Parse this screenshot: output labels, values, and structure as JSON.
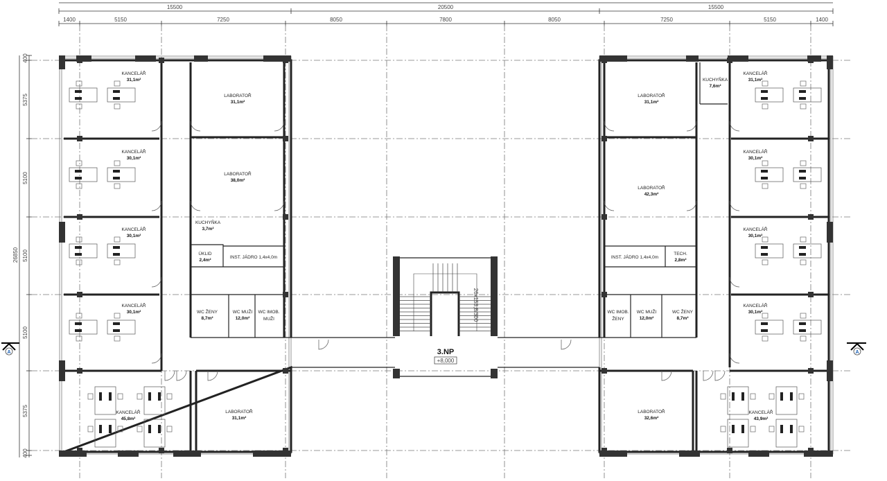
{
  "dimensions": {
    "overall": [
      "15500",
      "20500",
      "15500"
    ],
    "bays": [
      "1400",
      "5150",
      "7250",
      "8050",
      "7800",
      "8050",
      "7250",
      "5150",
      "1400"
    ],
    "vertical_total": "26850",
    "vertical": [
      "400",
      "5375",
      "5100",
      "5100",
      "5100",
      "5375",
      "400"
    ]
  },
  "floor": {
    "label": "3.NP",
    "level": "+8,000"
  },
  "stair_note": "26x153,8/300",
  "section_marker": "A",
  "rooms": {
    "left": {
      "office1": {
        "name": "KANCELÁŘ",
        "area": "31,1m²"
      },
      "office2": {
        "name": "KANCELÁŘ",
        "area": "30,1m²"
      },
      "office3": {
        "name": "KANCELÁŘ",
        "area": "30,1m²"
      },
      "office4": {
        "name": "KANCELÁŘ",
        "area": "30,1m²"
      },
      "office5": {
        "name": "KANCELÁŘ",
        "area": "45,8m²"
      },
      "lab1": {
        "name": "LABORATOŘ",
        "area": "31,1m²"
      },
      "lab2": {
        "name": "LABORATOŘ",
        "area": "38,0m²"
      },
      "lab3": {
        "name": "LABORATOŘ",
        "area": "31,1m²"
      },
      "kitchen": {
        "name": "KUCHYŇKA",
        "area": "3,7m²"
      },
      "cleaning": {
        "name": "ÚKLID",
        "area": "2,4m²"
      },
      "core": {
        "name": "INST. JÁDRO 1,4x4,0m"
      },
      "wc_women": {
        "name": "WC ŽENY",
        "area": "8,7m²"
      },
      "wc_men": {
        "name": "WC MUŽI",
        "area": "12,0m²"
      },
      "wc_imob": {
        "name": "WC IMOB.",
        "sub": "MUŽI"
      }
    },
    "right": {
      "office1": {
        "name": "KANCELÁŘ",
        "area": "31,1m²"
      },
      "office2": {
        "name": "KANCELÁŘ",
        "area": "30,1m²"
      },
      "office3": {
        "name": "KANCELÁŘ",
        "area": "30,1m²"
      },
      "office4": {
        "name": "KANCELÁŘ",
        "area": "30,1m²"
      },
      "office5": {
        "name": "KANCELÁŘ",
        "area": "43,9m²"
      },
      "lab1": {
        "name": "LABORATOŘ",
        "area": "31,1m²"
      },
      "lab2": {
        "name": "LABORATOŘ",
        "area": "42,3m²"
      },
      "lab3": {
        "name": "LABORATOŘ",
        "area": "32,6m²"
      },
      "kitchen": {
        "name": "KUCHYŇKA",
        "area": "7,6m²"
      },
      "tech": {
        "name": "TECH.",
        "area": "2,8m²"
      },
      "core": {
        "name": "INST. JÁDRO 1,4x4,0m"
      },
      "wc_women": {
        "name": "WC ŽENY",
        "area": "8,7m²"
      },
      "wc_men": {
        "name": "WC MUŽI",
        "area": "12,0m²"
      },
      "wc_imob": {
        "name": "WC IMOB.",
        "sub": "ŽENY"
      }
    }
  },
  "colors": {
    "wall": "#333333",
    "line": "#222222",
    "grid": "#777777",
    "marker": "#1a5fb4"
  }
}
